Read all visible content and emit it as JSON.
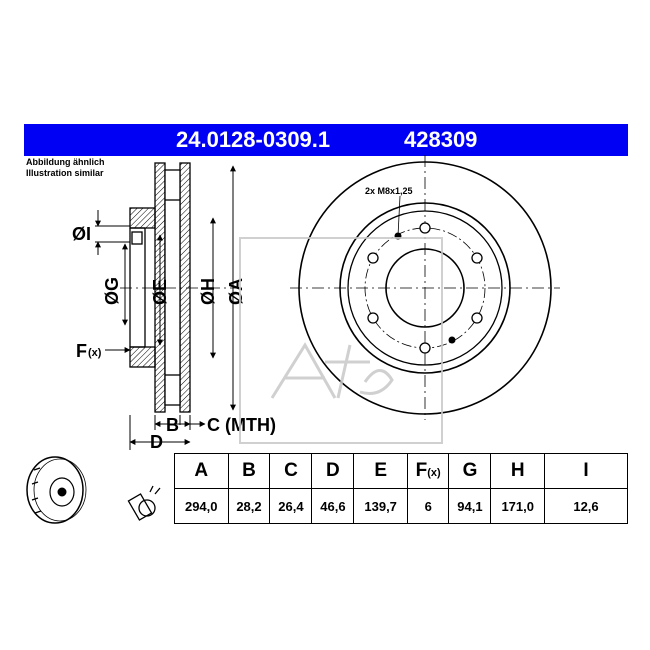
{
  "header": {
    "part_number": "24.0128-0309.1",
    "ref_number": "428309"
  },
  "caption": {
    "line1": "Abbildung ähnlich",
    "line2": "Illustration similar"
  },
  "drawing": {
    "bolt_note": "2x M8x1,25",
    "labels": {
      "i": "ØI",
      "g": "ØG",
      "e": "ØE",
      "h": "ØH",
      "a": "ØA",
      "f": "F",
      "f_sub": "(x)",
      "b": "B",
      "c": "C (MTH)",
      "d": "D"
    },
    "colors": {
      "brand_blue": "#0000f5",
      "line": "#000000"
    }
  },
  "table": {
    "headers": [
      "A",
      "B",
      "C",
      "D",
      "E",
      "F",
      "G",
      "H",
      "I"
    ],
    "f_sub": "(x)",
    "values": [
      "294,0",
      "28,2",
      "26,4",
      "46,6",
      "139,7",
      "6",
      "94,1",
      "171,0",
      "12,6"
    ]
  }
}
